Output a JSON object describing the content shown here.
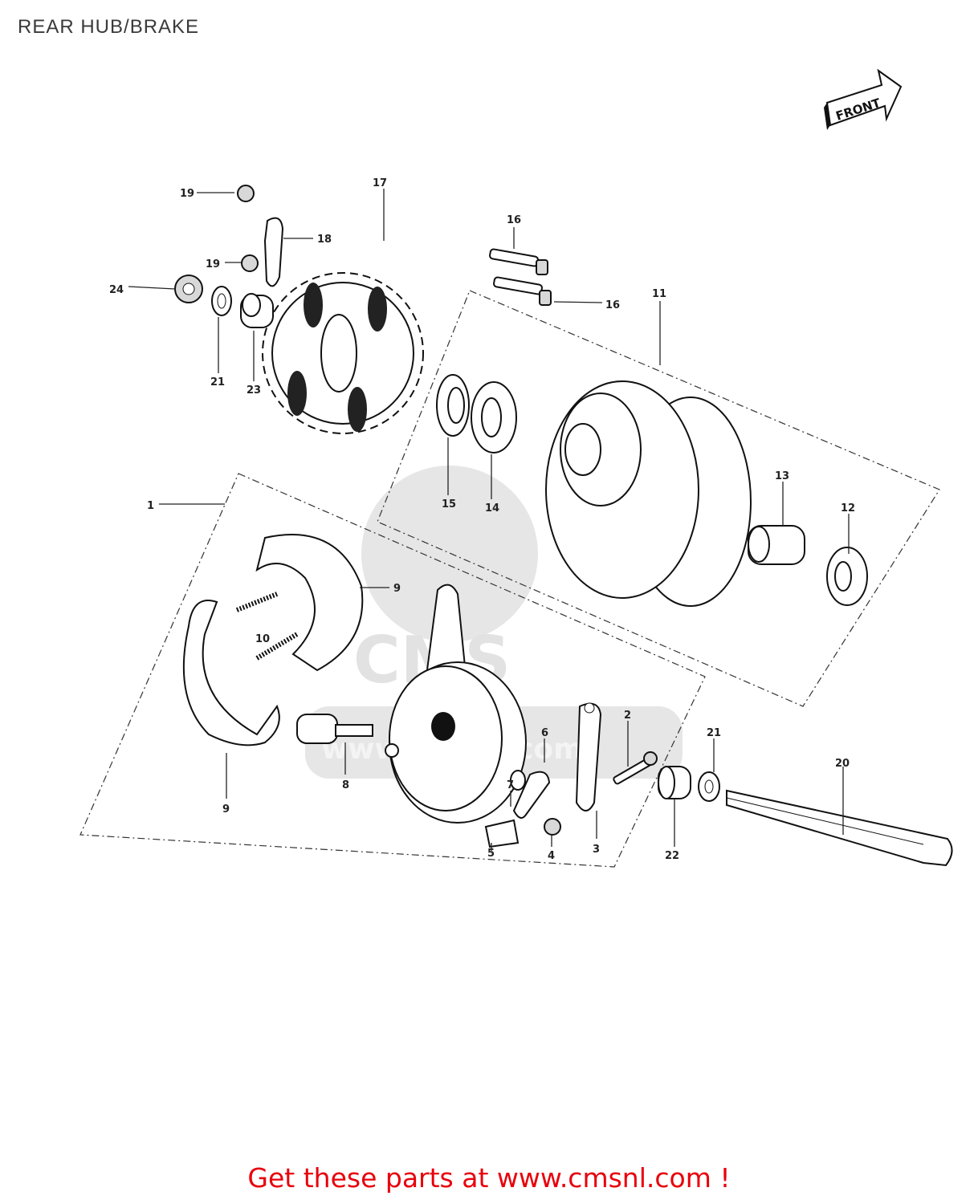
{
  "title": "REAR HUB/BRAKE",
  "front_arrow_label": "FRONT",
  "watermark_text": "www.cmsnl.com",
  "watermark_logo_text": "CMS",
  "footer_link": "Get these parts at www.cmsnl.com !",
  "colors": {
    "link": "#e8000b",
    "ink": "#222222",
    "watermark": "#e6e6e6"
  },
  "callouts": {
    "c1": "1",
    "c2": "2",
    "c3": "3",
    "c4": "4",
    "c5": "5",
    "c6": "6",
    "c7": "7",
    "c8": "8",
    "c9a": "9",
    "c9b": "9",
    "c10": "10",
    "c11": "11",
    "c12": "12",
    "c13": "13",
    "c14": "14",
    "c15": "15",
    "c16a": "16",
    "c16b": "16",
    "c17": "17",
    "c18": "18",
    "c19a": "19",
    "c19b": "19",
    "c20": "20",
    "c21a": "21",
    "c21b": "21",
    "c22": "22",
    "c23": "23",
    "c24": "24"
  }
}
